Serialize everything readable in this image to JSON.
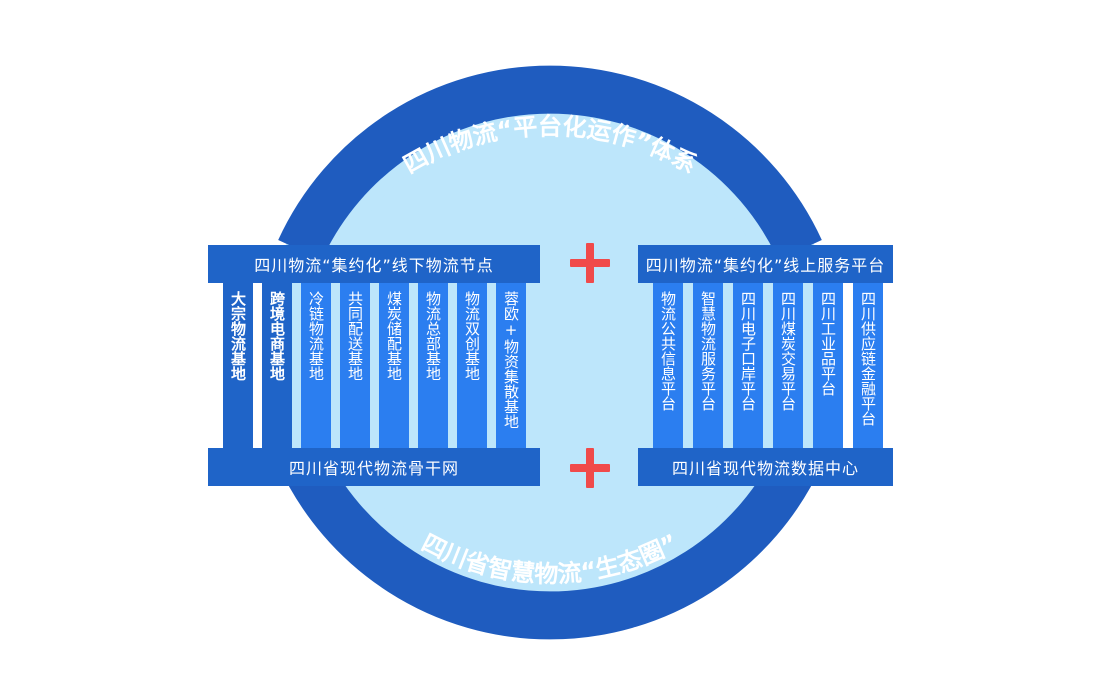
{
  "arc_top": "四川物流“平台化运作”体系",
  "arc_bottom": "四川省智慧物流“生态圈”",
  "left": {
    "header": "四川物流“集约化”线下物流节点",
    "footer": "四川省现代物流骨干网",
    "columns": [
      "大宗物流基地",
      "跨境电商基地",
      "冷链物流基地",
      "共同配送基地",
      "煤炭储配基地",
      "物流总部基地",
      "物流双创基地",
      "蓉欧+物资集散基地"
    ]
  },
  "right": {
    "header": "四川物流“集约化”线上服务平台",
    "footer": "四川省现代物流数据中心",
    "columns": [
      "物流公共信息平台",
      "智慧物流服务平台",
      "四川电子口岸平台",
      "四川煤炭交易平台",
      "四川工业品平台",
      "四川供应链金融平台"
    ]
  },
  "colors": {
    "ring": "#1f5cbf",
    "disc": "#bde6fb",
    "band": "#1f64c8",
    "column": "#2b7ef0",
    "plus": "#f04a4a"
  }
}
